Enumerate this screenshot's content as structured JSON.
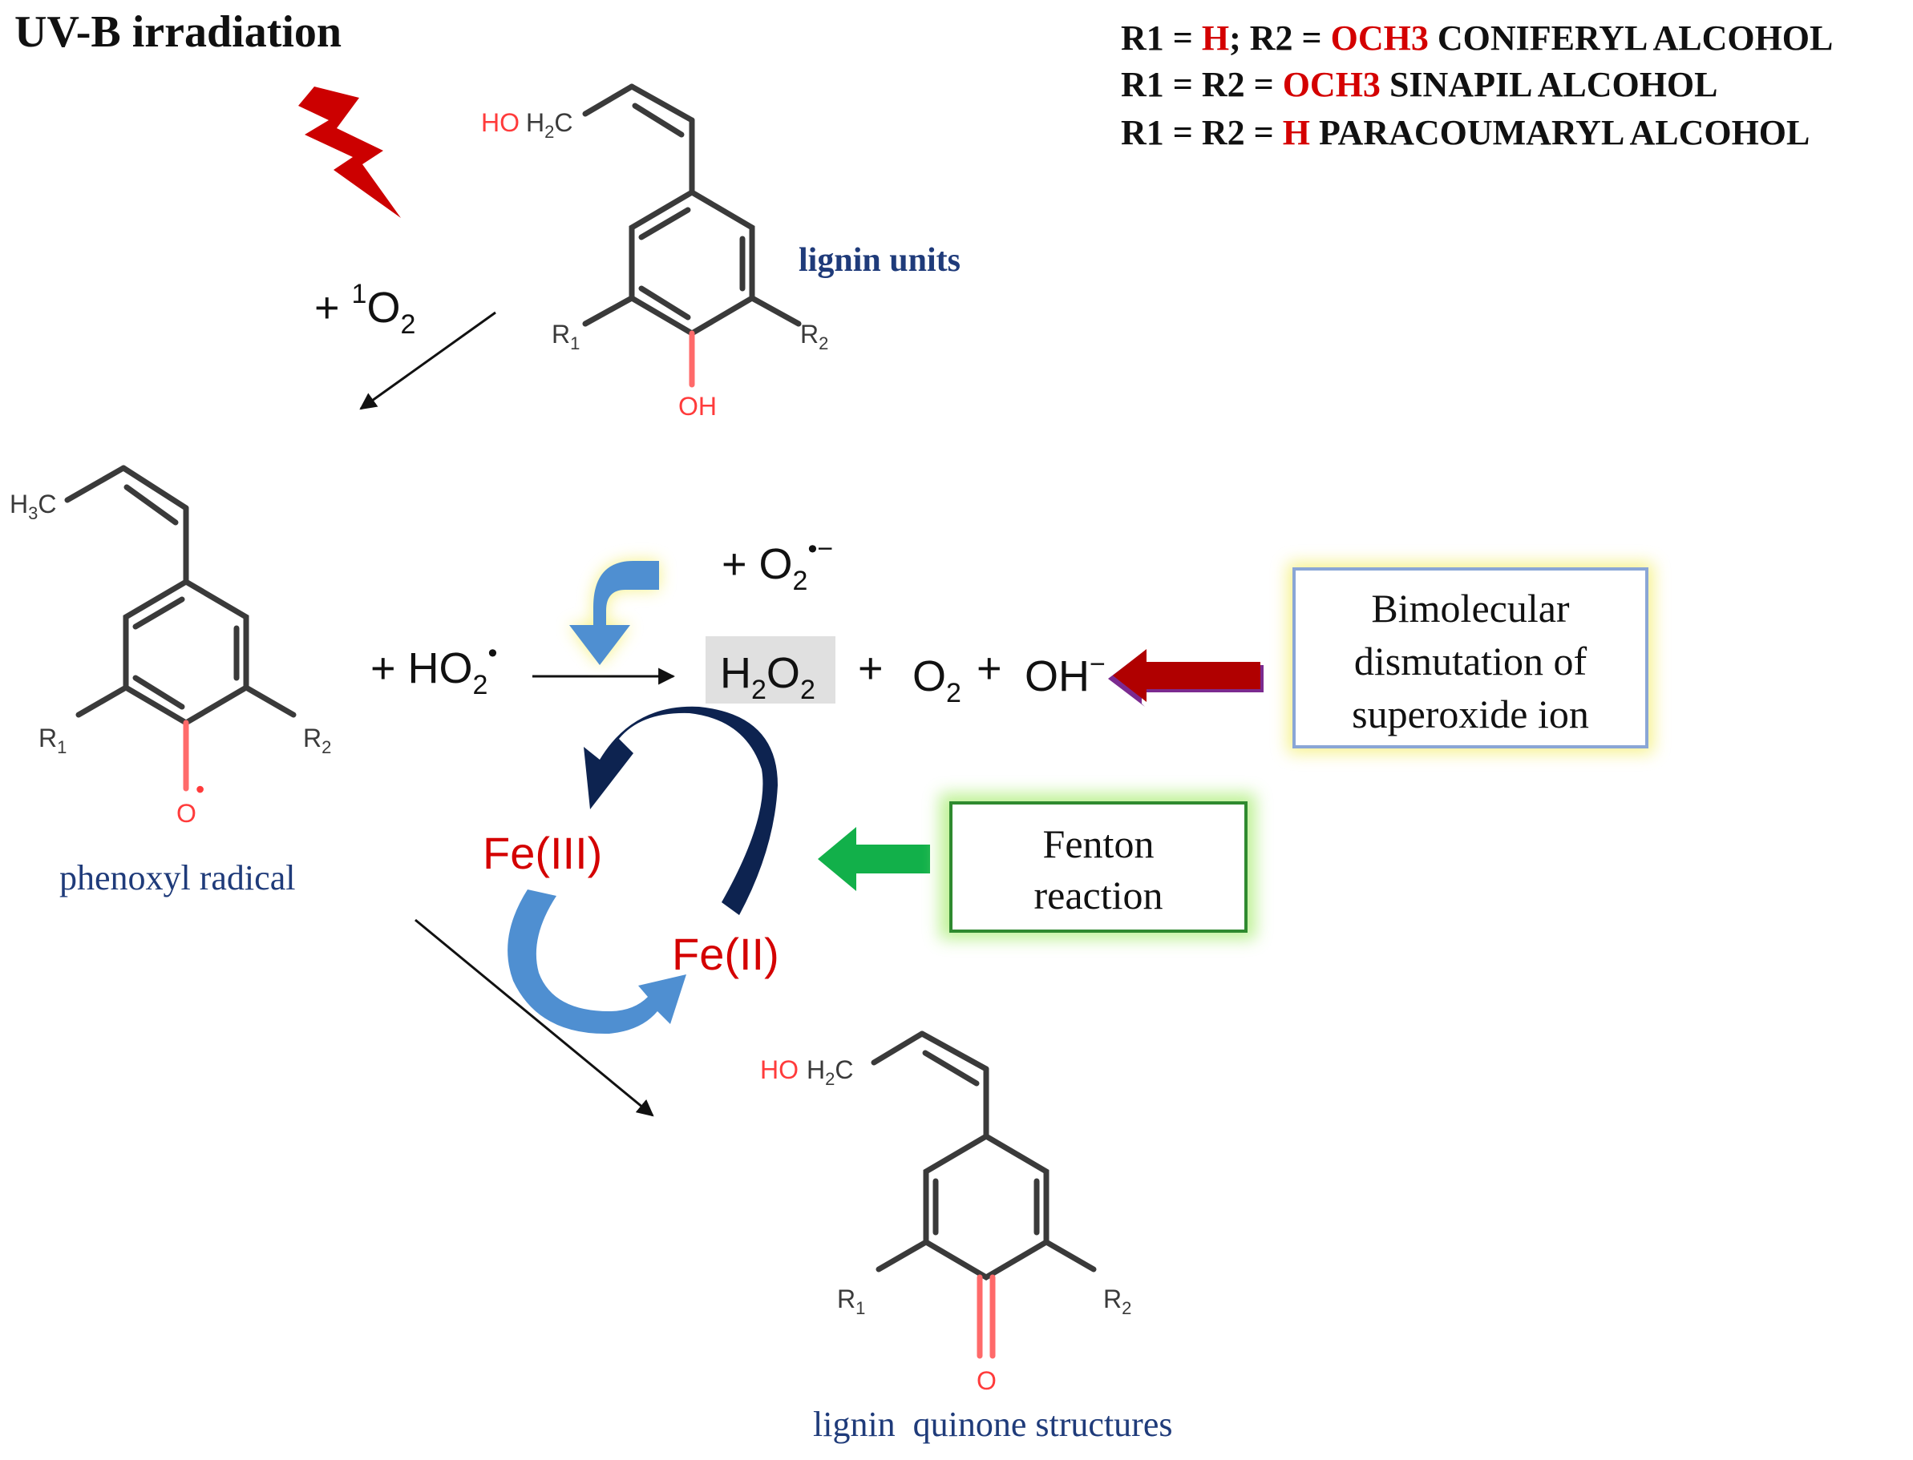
{
  "title": "UV-B irradiation",
  "legend": [
    {
      "r1": "R1 = ",
      "r1_val": "H",
      "sep": "; R2 = ",
      "r2_val": "OCH3",
      "name": "  CONIFERYL ALCOHOL"
    },
    {
      "r1": "R1 = R2 = ",
      "r2_val": "OCH3",
      "name": " SINAPIL ALCOHOL"
    },
    {
      "r1": "R1 = R2 = ",
      "r2_val": "H",
      "name": " PARACOUMARYL ALCOHOL"
    }
  ],
  "reagent_singlet_oxygen": {
    "prefix": "+ ",
    "sup": "1",
    "main": "O",
    "sub": "2"
  },
  "reagent_hydroperoxyl": {
    "prefix": "+ HO",
    "sub": "2",
    "sup": "•"
  },
  "reagent_superoxide": {
    "prefix": "+ O",
    "sub": "2",
    "sup": "•−"
  },
  "products": {
    "h2o2": {
      "a": "H",
      "sub1": "2",
      "b": "O",
      "sub2": "2"
    },
    "plus1": "+",
    "o2": {
      "a": "O",
      "sub": "2"
    },
    "plus2": "+",
    "oh": {
      "a": "OH",
      "sup": "−"
    }
  },
  "labels": {
    "lignin_units": "lignin units",
    "phenoxyl_radical": "phenoxyl radical",
    "quinone": "lignin  quinone structures"
  },
  "boxes": {
    "dismutation": [
      "Bimolecular",
      "dismutation of",
      "superoxide ion"
    ],
    "fenton": [
      "Fenton",
      "reaction"
    ]
  },
  "iron": {
    "fe3": "Fe(III)",
    "fe2": "Fe(II)"
  },
  "atoms": {
    "ho": "HO",
    "h2c_h": "H",
    "h2c_sub": "2",
    "h2c_c": "C",
    "h3c_h": "H",
    "h3c_sub": "3",
    "h3c_c": "C",
    "r": "R",
    "r1_sub": "1",
    "r2_sub": "2",
    "oh": "OH",
    "o": "O",
    "radical_dot": "•"
  },
  "colors": {
    "bolt": "#cc0000",
    "dark_blue_arrow": "#0d2350",
    "light_blue_arrow": "#4f8fd1",
    "red_arrow": "#b00000",
    "green_arrow": "#12b04a",
    "box_border_blue": "#8aa6d6",
    "box_glow_yellow": "#f5f07a",
    "box_border_green": "#2f8a2f",
    "box_glow_green": "#b8f08a",
    "h2o2_highlight": "#e0e0e0"
  },
  "icons": [
    "lightning-bolt-icon",
    "curved-arrow-icon",
    "block-arrow-icon"
  ]
}
